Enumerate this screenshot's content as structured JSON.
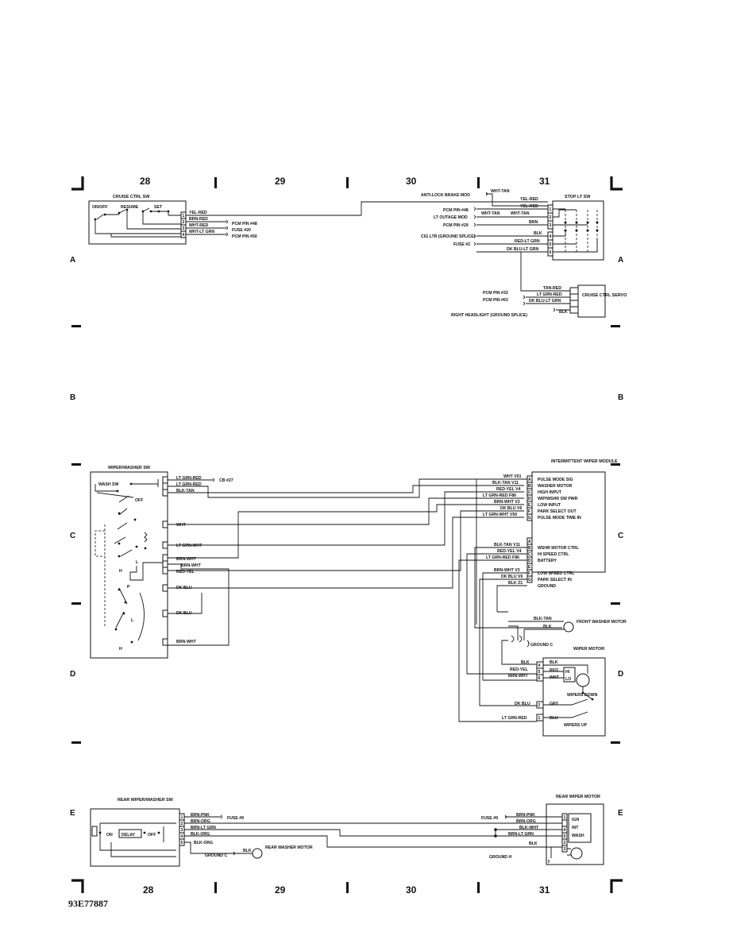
{
  "columns": {
    "top": [
      "28",
      "29",
      "30",
      "31"
    ],
    "bottom": [
      "28",
      "29",
      "30",
      "31"
    ]
  },
  "rows": {
    "left": [
      "A",
      "B",
      "C",
      "D",
      "E"
    ],
    "right": [
      "A",
      "B",
      "C",
      "D",
      "E"
    ]
  },
  "figure_id": "93E77887",
  "cruise": {
    "switch_title": "CRUISE CTRL SW",
    "switch_positions": [
      "ON/OFF",
      "RESUME",
      "SET"
    ],
    "switch_wires": [
      "YEL-RED",
      "BRN-RED",
      "WHT-RED",
      "WHT-LT GRN"
    ],
    "switch_pins": [
      "1",
      "2",
      "3",
      "4"
    ],
    "switch_dest": [
      "PCM PIN #48",
      "FUSE #20",
      "PCM PIN #50"
    ],
    "stop_title": "STOP LT SW",
    "stop_left_labels": [
      "ANTI-LOCK BRAKE MOD",
      "PCM PIN #48",
      "LT OUTAGE MOD",
      "PCM PIN #29",
      "CIG LTR (GROUND SPLICE)",
      "FUSE #2"
    ],
    "stop_mid_wires": [
      "WHT-TAN",
      "WHT-TAN",
      "WHT-TAN"
    ],
    "stop_wires": [
      "YEL-RED",
      "YEL-RED",
      "BRN",
      "BLK",
      "RED-LT GRN",
      "DK BLU-LT GRN"
    ],
    "stop_pins": [
      "1",
      "2",
      "3",
      "4",
      "5",
      "6"
    ],
    "servo_title": "CRUISE CTRL SERVO",
    "servo_left_labels": [
      "PCM PIN #33",
      "PCM PIN #63",
      "RIGHT HEADLIGHT (GROUND SPLICE)"
    ],
    "servo_wires": [
      "TAN-RED",
      "LT GRN-RED",
      "DK BLU-LT GRN",
      "BLK"
    ]
  },
  "wiper": {
    "switch_title": "WIPER/WASHER SW",
    "wash_sw_label": "WASH SW",
    "off_label": "OFF",
    "switch_wires": [
      "LT GRN-RED",
      "LT GRN-RED",
      "BLK-TAN",
      "WHT",
      "LT GRN-WHT",
      "BRN-WHT",
      "BRN-WHT",
      "RED-YEL",
      "DK BLU",
      "DK BLU",
      "BRN-WHT"
    ],
    "cb_label": "CB #27",
    "switch_letters": [
      "L",
      "H",
      "P",
      "L",
      "H"
    ],
    "module_title": "INTERMITTENT WIPER MODULE",
    "module_upper_pins": [
      "A",
      "B",
      "C",
      "D",
      "E",
      "F",
      "G"
    ],
    "module_upper_wires": [
      "WHT V51",
      "BLK-TAN V11",
      "RED-YEL V4",
      "LT GRN-RED F86",
      "BRN-WHT V3",
      "DK BLU V6",
      "LT GRN-WHT V50"
    ],
    "module_upper_funcs": [
      "PULSE MODE SIG",
      "WASHER MOTOR",
      "HIGH INPUT",
      "WIP/WSHR SW PWR",
      "LOW INPUT",
      "PARK SELECT OUT",
      "PULSE MODE TIME IN"
    ],
    "module_lower_pins": [
      "A",
      "B",
      "C",
      "D",
      "E",
      "F",
      "G"
    ],
    "module_lower_wires": [
      "BLK-TAN V11",
      "RED-YEL V4",
      "LT GRN-RED F86",
      "BRN-WHT V3",
      "DK BLU V6",
      "BLK Z1"
    ],
    "module_lower_funcs": [
      "WSHR MOTOR CTRL",
      "HI SPEED CTRL",
      "BATTERY",
      "LOW SPEED CTRL",
      "PARK SELECT IN",
      "GROUND"
    ],
    "washer_motor": "FRONT WASHER MOTOR",
    "washer_wires": [
      "BLK-TAN",
      "BLK"
    ],
    "ground": "GROUND C",
    "motor_title": "WIPER MOTOR",
    "motor_left_wires": [
      "BLK",
      "RED-YEL",
      "BRN-WHT",
      "DK BLU",
      "LT GRN-RED"
    ],
    "motor_pins": [
      "4",
      "5",
      "6",
      "2",
      "1"
    ],
    "motor_inner_wires": [
      "BLK",
      "RED",
      "WHT",
      "GRY",
      "BLU"
    ],
    "motor_terms": [
      "HI",
      "LO"
    ],
    "wipers_down": "WIPERS DOWN",
    "wipers_up": "WIPERS UP"
  },
  "rear": {
    "switch_title": "REAR WIPER/WASHER SW",
    "switch_modes": [
      "ON",
      "DELAY",
      "OFF"
    ],
    "switch_pins": [
      "1",
      "2",
      "3",
      "4",
      "5"
    ],
    "switch_wires": [
      "BRN-PNK",
      "BRN-ORG",
      "BRN-LT GRN",
      "BLK-ORG",
      "BLK-ORG"
    ],
    "fuse_label": "FUSE #9",
    "ground_c": "GROUND C",
    "washer_wire": "BLK",
    "washer_motor": "REAR WASHER MOTOR",
    "motor_title": "REAR WIPER MOTOR",
    "motor_fuse": "FUSE #9",
    "motor_wires": [
      "BRN-PNK",
      "BRN-ORG",
      "BLK-WHT",
      "BRN-LT GRN",
      "BLK"
    ],
    "motor_pins": [
      "1",
      "4",
      "5",
      "2",
      "3"
    ],
    "motor_terms": [
      "IGN",
      "INT",
      "WASH"
    ],
    "ground_h": "GROUND H"
  }
}
